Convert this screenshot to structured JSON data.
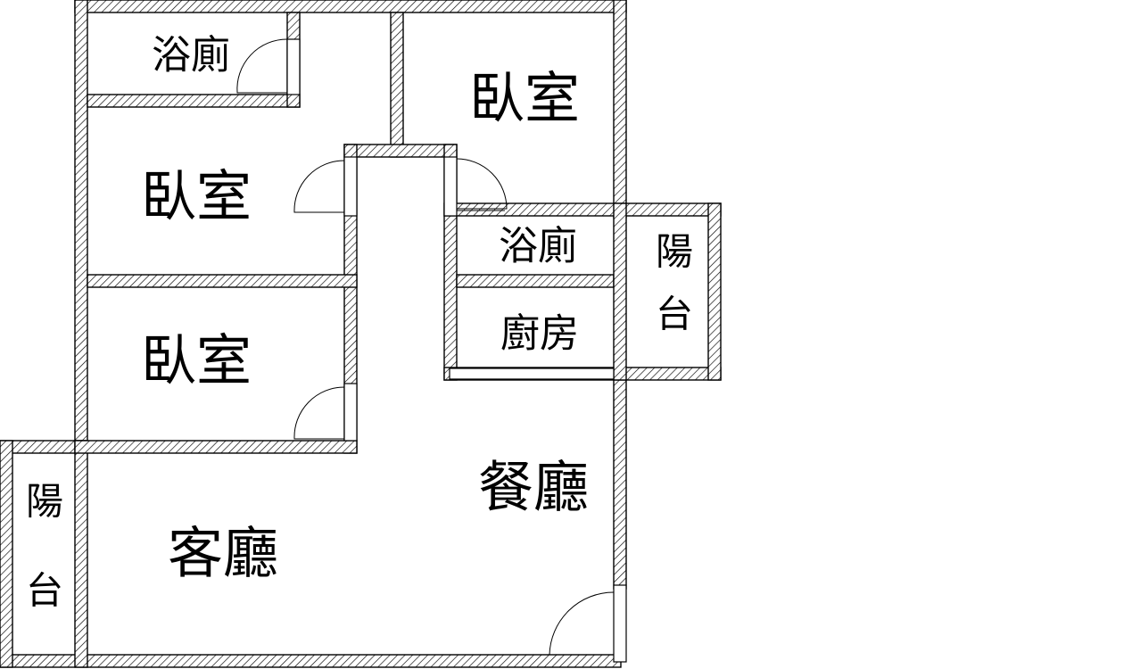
{
  "rooms": {
    "bath_top": "浴廁",
    "bedroom_top_right": "臥室",
    "bedroom_mid": "臥室",
    "bedroom_lower": "臥室",
    "bath_right": "浴廁",
    "kitchen": "廚房",
    "balcony_right": [
      "陽",
      "台"
    ],
    "dining": "餐廳",
    "living": "客廳",
    "balcony_left": [
      "陽",
      "台"
    ]
  },
  "colors": {
    "wall_stroke": "#000000",
    "hatch": "#000000",
    "background": "#ffffff"
  }
}
